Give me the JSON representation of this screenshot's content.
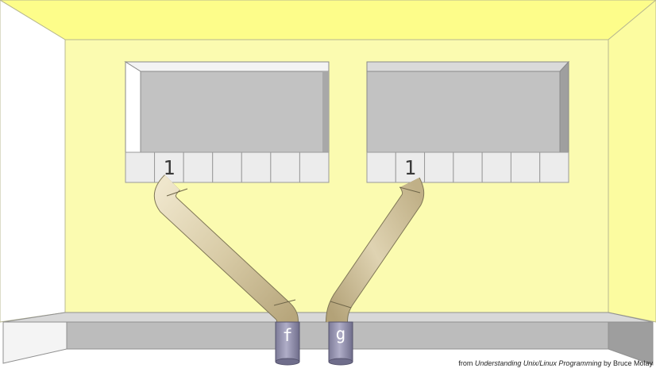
{
  "colors": {
    "wall_back": "#fbfbb0",
    "wall_top": "#fdfd8a",
    "wall_left": "#ffffff",
    "wall_right": "#fcfca0",
    "floor_top": "#d4d4d4",
    "floor_front": "#b9b9b9",
    "box_frame": "#e9e9e9",
    "box_inner": "#c2c2c2",
    "slot_fill": "#ececec",
    "pipe": "#d6c9a6",
    "can": "#9a98b4"
  },
  "left_box": {
    "slots": [
      "",
      "1",
      "",
      "",
      "",
      "",
      ""
    ]
  },
  "right_box": {
    "slots": [
      "",
      "1",
      "",
      "",
      "",
      "",
      ""
    ]
  },
  "streams": {
    "left_label": "f",
    "right_label": "g"
  },
  "credit": {
    "prefix": "from ",
    "book_title": "Understanding Unix/Linux Programming",
    "suffix": " by Bruce Molay"
  }
}
